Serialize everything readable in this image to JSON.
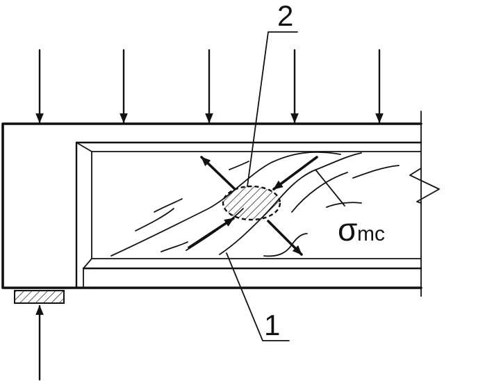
{
  "labels": {
    "marker_1": "1",
    "marker_2": "2",
    "sigma": "σ",
    "sigma_subscript": "mc"
  },
  "colors": {
    "ink": "#111111",
    "background": "#ffffff"
  }
}
